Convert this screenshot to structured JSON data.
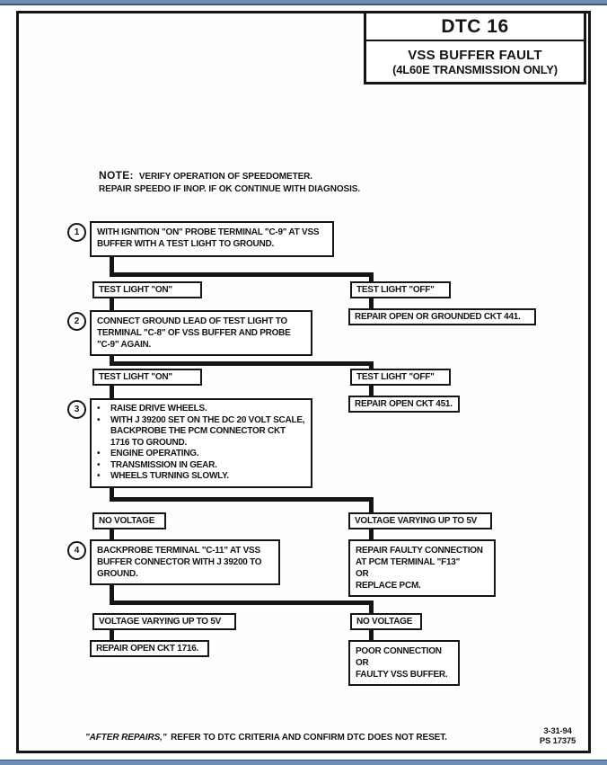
{
  "colors": {
    "ink": "#151515",
    "paper": "#ffffff",
    "blue_bar": "#6d8fb5"
  },
  "title": {
    "code": "DTC 16",
    "name": "VSS BUFFER FAULT",
    "qualifier": "(4L60E TRANSMISSION ONLY)"
  },
  "note": {
    "label": "NOTE:",
    "line1": "VERIFY OPERATION OF SPEEDOMETER.",
    "line2": "REPAIR SPEEDO IF INOP.  IF OK CONTINUE WITH DIAGNOSIS."
  },
  "flow": {
    "step1": {
      "num": "1",
      "lines": [
        "WITH IGNITION \"ON\" PROBE TERMINAL \"C-9\" AT VSS",
        "BUFFER WITH A TEST LIGHT TO GROUND."
      ]
    },
    "row1": {
      "left": "TEST LIGHT \"ON\"",
      "right": "TEST LIGHT \"OFF\"",
      "right_action": "REPAIR OPEN OR GROUNDED CKT 441."
    },
    "step2": {
      "num": "2",
      "lines": [
        "CONNECT GROUND LEAD OF TEST LIGHT TO",
        "TERMINAL \"C-8\" OF VSS BUFFER AND PROBE",
        "\"C-9\" AGAIN."
      ]
    },
    "row2": {
      "left": "TEST LIGHT \"ON\"",
      "right": "TEST LIGHT \"OFF\"",
      "right_action": "REPAIR OPEN CKT 451."
    },
    "step3": {
      "num": "3",
      "bullets": [
        "RAISE DRIVE WHEELS.",
        "WITH J 39200 SET ON THE DC 20 VOLT SCALE, BACKPROBE THE PCM CONNECTOR CKT 1716 TO GROUND.",
        "ENGINE OPERATING.",
        "TRANSMISSION IN GEAR.",
        "WHEELS TURNING SLOWLY."
      ]
    },
    "row3": {
      "left": "NO VOLTAGE",
      "right": "VOLTAGE VARYING UP TO 5V"
    },
    "step4": {
      "num": "4",
      "lines": [
        "BACKPROBE TERMINAL \"C-11\" AT VSS",
        "BUFFER CONNECTOR WITH J 39200 TO",
        "GROUND."
      ]
    },
    "right4": {
      "lines": [
        "REPAIR FAULTY CONNECTION",
        "AT PCM TERMINAL \"F13\"",
        "OR",
        "REPLACE PCM."
      ]
    },
    "row4": {
      "left": "VOLTAGE VARYING UP TO 5V",
      "right": "NO VOLTAGE"
    },
    "final_left": "REPAIR OPEN CKT 1716.",
    "final_right": {
      "lines": [
        "POOR CONNECTION",
        "OR",
        "FAULTY VSS BUFFER."
      ]
    }
  },
  "footer": {
    "italic": "\"AFTER REPAIRS,\"",
    "rest": " REFER TO DTC CRITERIA AND CONFIRM DTC DOES NOT RESET.",
    "date": "3-31-94",
    "doc": "PS 17375"
  }
}
